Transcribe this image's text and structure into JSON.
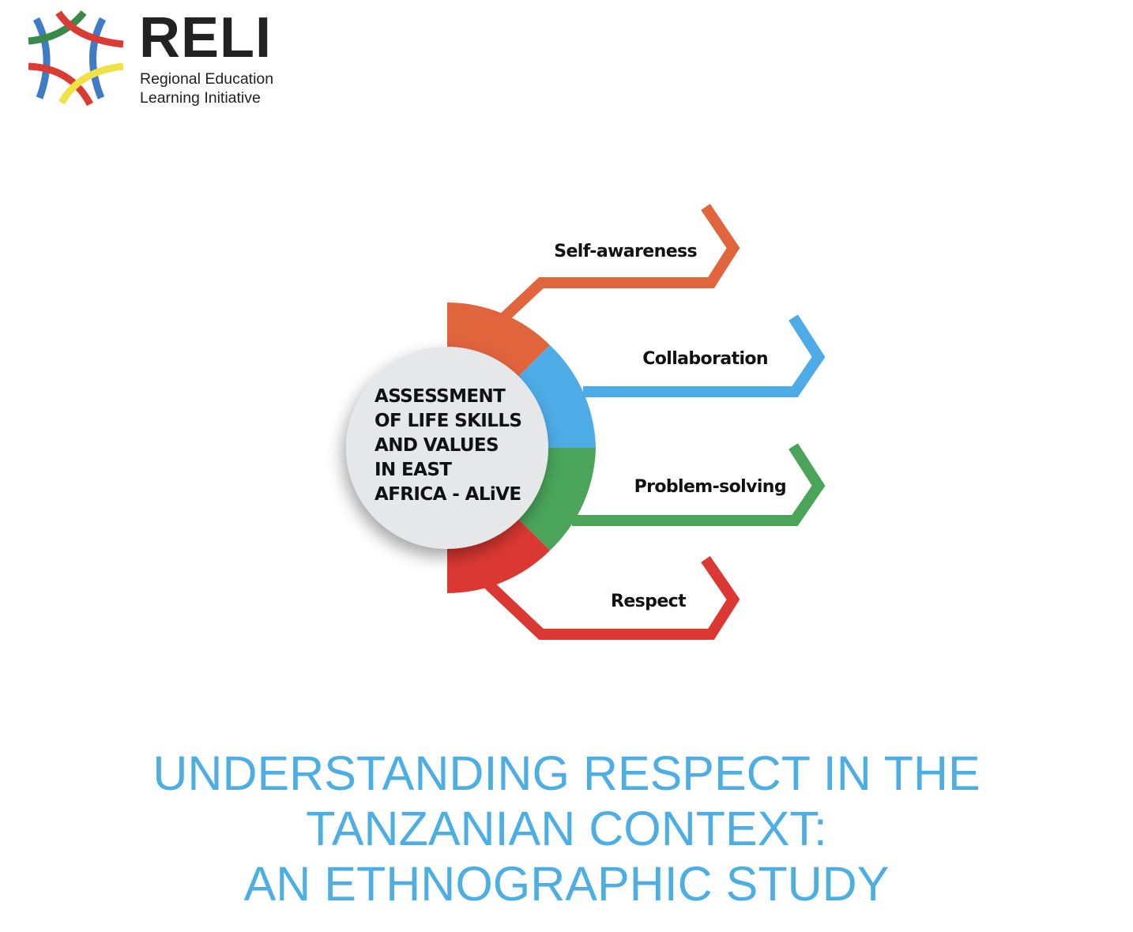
{
  "logo": {
    "name": "RELI",
    "subtitle_line1": "Regional Education",
    "subtitle_line2": "Learning Initiative"
  },
  "diagram": {
    "center_lines": [
      "ASSESSMENT",
      "OF LIFE SKILLS",
      "AND VALUES",
      "IN EAST",
      "AFRICA - ALiVE"
    ],
    "branches": [
      {
        "label": "Self-awareness",
        "color": "#E0643C"
      },
      {
        "label": "Collaboration",
        "color": "#4DABE6"
      },
      {
        "label": "Problem-solving",
        "color": "#4AA55B"
      },
      {
        "label": "Respect",
        "color": "#DC3833"
      }
    ]
  },
  "title": {
    "line1": "UNDERSTANDING RESPECT IN THE",
    "line2": "TANZANIAN CONTEXT:",
    "line3": "AN ETHNOGRAPHIC STUDY"
  }
}
